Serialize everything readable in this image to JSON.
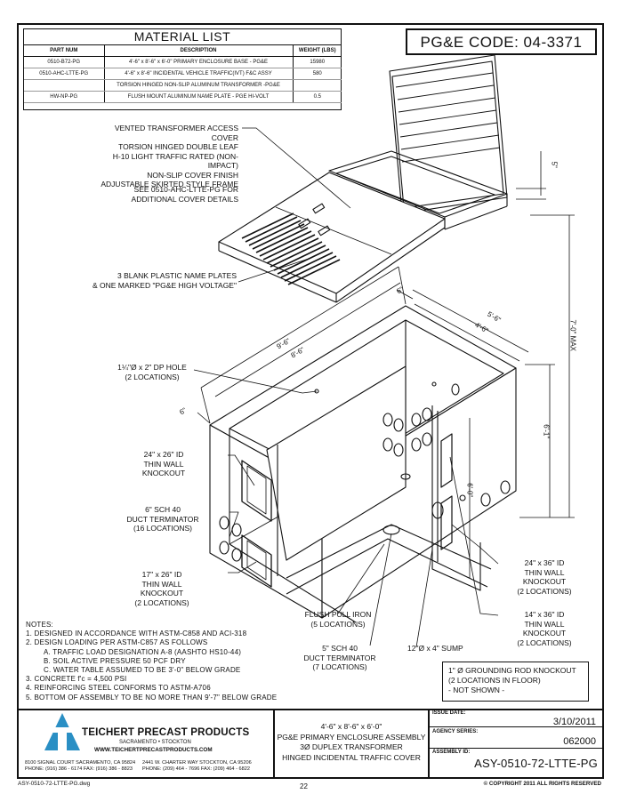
{
  "material_list": {
    "title": "MATERIAL LIST",
    "headers": [
      "PART NUM",
      "DESCRIPTION",
      "WEIGHT (LBS)"
    ],
    "rows": [
      {
        "part": "0510-B72-PG",
        "desc": "4'-6\" x 8'-6\" x 6'-0\" PRIMARY ENCLOSURE BASE - PG&E",
        "weight": "15980"
      },
      {
        "part": "0510-AHC-LTTE-PG",
        "desc": "4'-6\" x 8'-6\" INCIDENTAL VEHICLE TRAFFIC(IVT) F&C ASSY",
        "weight": "580"
      },
      {
        "part": "",
        "desc": "TORSION HINGED NON-SLIP ALUMINUM TRANSFORMER -PG&E",
        "weight": ""
      },
      {
        "part": "HW-NP-PG",
        "desc": "FLUSH MOUNT ALUMINUM NAME PLATE - PGE HI-VOLT",
        "weight": "0.5"
      }
    ]
  },
  "pge_code": "PG&E CODE: 04-3371",
  "callouts": {
    "cover": [
      "VENTED TRANSFORMER ACCESS COVER",
      "TORSION HINGED DOUBLE LEAF",
      "H-10 LIGHT TRAFFIC RATED (NON-IMPACT)",
      "NON-SLIP COVER FINISH",
      "ADJUSTABLE SKIRTED STYLE FRAME"
    ],
    "see_cover": [
      "SEE 0510-AHC-LTTE-PG FOR",
      "ADDITIONAL COVER DETAILS"
    ],
    "name_plates": [
      "3 BLANK PLASTIC NAME PLATES",
      "& ONE MARKED \"PG&E HIGH VOLTAGE\""
    ],
    "dp_hole": [
      "1¼\"Ø x 2\" DP HOLE",
      "(2 LOCATIONS)"
    ],
    "knockout_24x26": [
      "24\" x 26\" ID",
      "THIN WALL",
      "KNOCKOUT"
    ],
    "duct_6": [
      "6\" SCH 40",
      "DUCT TERMINATOR",
      "(16 LOCATIONS)"
    ],
    "knockout_17x26": [
      "17\" x 26\" ID",
      "THIN WALL",
      "KNOCKOUT",
      "(2 LOCATIONS)"
    ],
    "pull_iron": [
      "FLUSH PULL IRON",
      "(5 LOCATIONS)"
    ],
    "duct_5": [
      "5\" SCH 40",
      "DUCT TERMINATOR",
      "(7 LOCATIONS)"
    ],
    "sump": "12\"Ø x 4\" SUMP",
    "knockout_24x36": [
      "24\" x 36\" ID",
      "THIN WALL",
      "KNOCKOUT",
      "(2 LOCATIONS)"
    ],
    "knockout_14x36": [
      "14\" x 36\" ID",
      "THIN WALL",
      "KNOCKOUT",
      "(2 LOCATIONS)"
    ]
  },
  "dimensions": {
    "d_5in": "5\"",
    "d_6in_a": "6\"",
    "d_6in_b": "6\"",
    "d_5_6": "5'-6\"",
    "d_4_6": "4'-6\"",
    "d_9_6": "9'-6\"",
    "d_8_6": "8'-6\"",
    "d_7_0": "7'-0\" MAX",
    "d_6_1": "6'-1\"",
    "d_6_0": "6'-0\""
  },
  "notes": {
    "title": "NOTES:",
    "items": [
      "1.  DESIGNED IN ACCORDANCE WITH ASTM-C858 AND ACI-318",
      "2.  DESIGN LOADING PER ASTM-C857 AS FOLLOWS",
      "A.  TRAFFIC LOAD DESIGNATION A-8 (AASHTO HS10-44)",
      "B.  SOIL ACTIVE PRESSURE 50 PCF DRY",
      "C.  WATER TABLE ASSUMED TO BE 3'-0\" BELOW GRADE",
      "3.  CONCRETE f'c = 4,500 PSI",
      "4.  REINFORCING STEEL CONFORMS TO ASTM-A706",
      "5.  BOTTOM OF ASSEMBLY TO BE NO MORE THAN 9'-7\" BELOW GRADE"
    ]
  },
  "grounding": [
    "1\" Ø GROUNDING ROD KNOCKOUT",
    "(2 LOCATIONS IN FLOOR)",
    "- NOT SHOWN -"
  ],
  "title_block": {
    "company": "TEICHERT PRECAST PRODUCTS",
    "cities": "SACRAMENTO • STOCKTON",
    "web": "WWW.TEICHERTPRECASTPRODUCTS.COM",
    "addr1": "8100 SIGNAL COURT SACRAMENTO, CA 95824",
    "phone1": "PHONE: (916) 386 - 6174 FAX: (916) 386 - 8823",
    "addr2": "2441 W. CHARTER WAY STOCKTON, CA 95206",
    "phone2": "PHONE: (209) 464 - 7696 FAX: (209) 464 - 6822",
    "desc": [
      "4'-6\" x 8'-6\" x 6'-0\"",
      "PG&E PRIMARY ENCLOSURE ASSEMBLY",
      "3Ø DUPLEX TRANSFORMER",
      "HINGED INCIDENTAL TRAFFIC COVER"
    ],
    "issue_label": "ISSUE DATE:",
    "issue_date": "3/10/2011",
    "agency_label": "AGENCY SERIES:",
    "agency": "062000",
    "assembly_label": "ASSEMBLY ID:",
    "assembly": "ASY-0510-72-LTTE-PG"
  },
  "footer": {
    "file": "ASY-0510-72-LTTE-PG.dwg",
    "page": "22",
    "copyright": "© COPYRIGHT 2011 ALL RIGHTS RESERVED"
  }
}
